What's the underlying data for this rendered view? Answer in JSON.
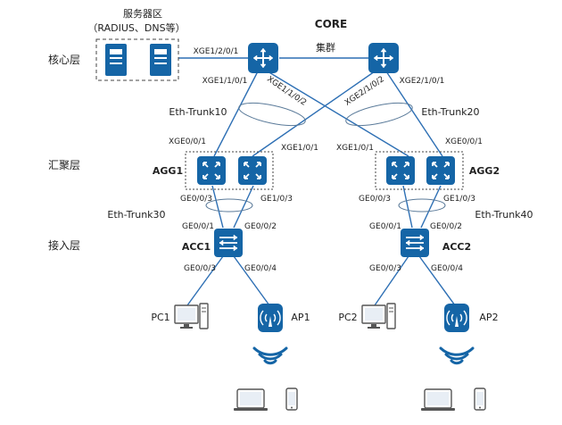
{
  "layers": {
    "core": "核心层",
    "aggregation": "汇聚层",
    "access": "接入层"
  },
  "server_area": {
    "title": "服务器区",
    "subtitle": "（RADIUS、DNS等）"
  },
  "core": {
    "title": "CORE",
    "cluster": "集群"
  },
  "devices": {
    "agg1": "AGG1",
    "agg2": "AGG2",
    "acc1": "ACC1",
    "acc2": "ACC2",
    "pc1": "PC1",
    "pc2": "PC2",
    "ap1": "AP1",
    "ap2": "AP2"
  },
  "trunks": {
    "t10": "Eth-Trunk10",
    "t20": "Eth-Trunk20",
    "t30": "Eth-Trunk30",
    "t40": "Eth-Trunk40"
  },
  "ports": {
    "core1_server": "XGE1/2/0/1",
    "core1_a": "XGE1/1/0/1",
    "core1_b": "XGE1/1/0/2",
    "core2_a": "XGE2/1/0/2",
    "core2_b": "XGE2/1/0/1",
    "agg1_a": "XGE0/0/1",
    "agg1_b": "XGE1/0/1",
    "agg2_a": "XGE1/0/1",
    "agg2_b": "XGE0/0/1",
    "agg1_down_a": "GE0/0/3",
    "agg1_down_b": "GE1/0/3",
    "agg2_down_a": "GE0/0/3",
    "agg2_down_b": "GE1/0/3",
    "acc1_up_a": "GE0/0/1",
    "acc1_up_b": "GE0/0/2",
    "acc2_up_a": "GE0/0/1",
    "acc2_up_b": "GE0/0/2",
    "acc1_down_a": "GE0/0/3",
    "acc1_down_b": "GE0/0/4",
    "acc2_down_a": "GE0/0/3",
    "acc2_down_b": "GE0/0/4"
  },
  "colors": {
    "link": "#2d6fb4",
    "icon": "#1565a6"
  }
}
